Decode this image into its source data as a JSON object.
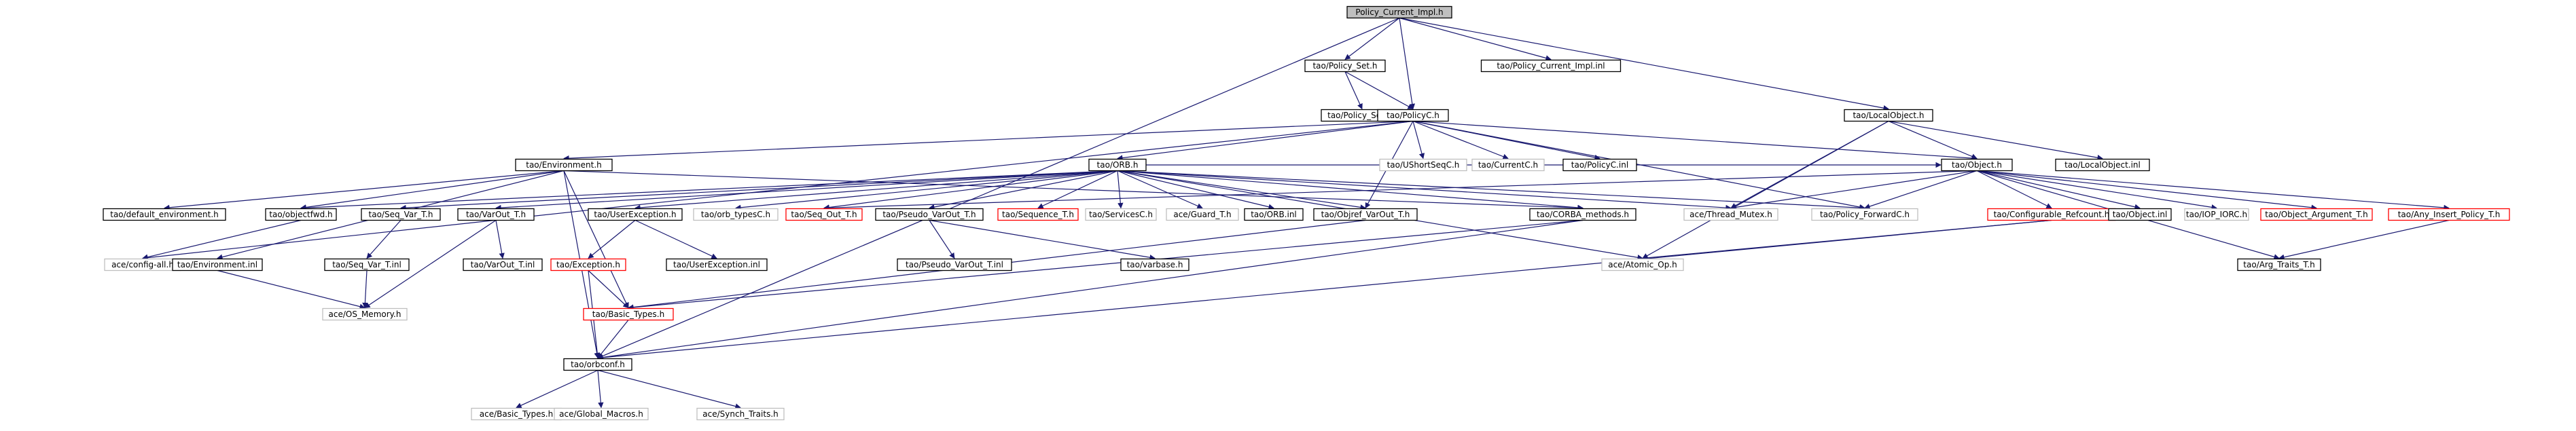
{
  "colors": {
    "edge": "#191970",
    "missing_border": "#bfbfbf",
    "incomplete_border": "#ff0000",
    "root_fill": "#bfbfbf"
  },
  "nodes": [
    {
      "id": "root",
      "label": "Policy_Current_Impl.h",
      "style": "root"
    },
    {
      "id": "pset",
      "label": "tao/Policy_Set.h",
      "style": "black"
    },
    {
      "id": "pcinl",
      "label": "tao/Policy_Current_Impl.inl",
      "style": "black"
    },
    {
      "id": "psetinl",
      "label": "tao/Policy_Set.inl",
      "style": "black"
    },
    {
      "id": "policyc",
      "label": "tao/PolicyC.h",
      "style": "black"
    },
    {
      "id": "localobj",
      "label": "tao/LocalObject.h",
      "style": "black"
    },
    {
      "id": "env",
      "label": "tao/Environment.h",
      "style": "black"
    },
    {
      "id": "orb",
      "label": "tao/ORB.h",
      "style": "black"
    },
    {
      "id": "ushort",
      "label": "tao/UShortSeqC.h",
      "style": "gray"
    },
    {
      "id": "currentc",
      "label": "tao/CurrentC.h",
      "style": "gray"
    },
    {
      "id": "policycinl",
      "label": "tao/PolicyC.inl",
      "style": "black"
    },
    {
      "id": "object",
      "label": "tao/Object.h",
      "style": "black"
    },
    {
      "id": "localobjinl",
      "label": "tao/LocalObject.inl",
      "style": "black"
    },
    {
      "id": "defenv",
      "label": "tao/default_environment.h",
      "style": "black"
    },
    {
      "id": "objectfwd",
      "label": "tao/objectfwd.h",
      "style": "black"
    },
    {
      "id": "seqvar",
      "label": "tao/Seq_Var_T.h",
      "style": "black"
    },
    {
      "id": "varout",
      "label": "tao/VarOut_T.h",
      "style": "black"
    },
    {
      "id": "userexc",
      "label": "tao/UserException.h",
      "style": "black"
    },
    {
      "id": "orbtypes",
      "label": "tao/orb_typesC.h",
      "style": "gray"
    },
    {
      "id": "seqout",
      "label": "tao/Seq_Out_T.h",
      "style": "red"
    },
    {
      "id": "pseudo",
      "label": "tao/Pseudo_VarOut_T.h",
      "style": "black"
    },
    {
      "id": "sequence",
      "label": "tao/Sequence_T.h",
      "style": "red"
    },
    {
      "id": "services",
      "label": "tao/ServicesC.h",
      "style": "gray"
    },
    {
      "id": "guard",
      "label": "ace/Guard_T.h",
      "style": "gray"
    },
    {
      "id": "orbinl",
      "label": "tao/ORB.inl",
      "style": "black"
    },
    {
      "id": "objref",
      "label": "tao/Objref_VarOut_T.h",
      "style": "black"
    },
    {
      "id": "corba",
      "label": "tao/CORBA_methods.h",
      "style": "black"
    },
    {
      "id": "threadmutex",
      "label": "ace/Thread_Mutex.h",
      "style": "gray"
    },
    {
      "id": "policyfwd",
      "label": "tao/Policy_ForwardC.h",
      "style": "gray"
    },
    {
      "id": "configref",
      "label": "tao/Configurable_Refcount.h",
      "style": "red"
    },
    {
      "id": "objectinl",
      "label": "tao/Object.inl",
      "style": "black"
    },
    {
      "id": "iopiorc",
      "label": "tao/IOP_IORC.h",
      "style": "gray"
    },
    {
      "id": "objarg",
      "label": "tao/Object_Argument_T.h",
      "style": "red"
    },
    {
      "id": "anyins",
      "label": "tao/Any_Insert_Policy_T.h",
      "style": "red"
    },
    {
      "id": "configall",
      "label": "ace/config-all.h",
      "style": "gray"
    },
    {
      "id": "envinl",
      "label": "tao/Environment.inl",
      "style": "black"
    },
    {
      "id": "seqvarinl",
      "label": "tao/Seq_Var_T.inl",
      "style": "black"
    },
    {
      "id": "varoutinl",
      "label": "tao/VarOut_T.inl",
      "style": "black"
    },
    {
      "id": "exception",
      "label": "tao/Exception.h",
      "style": "red"
    },
    {
      "id": "userexcinl",
      "label": "tao/UserException.inl",
      "style": "black"
    },
    {
      "id": "pseudoinl",
      "label": "tao/Pseudo_VarOut_T.inl",
      "style": "black"
    },
    {
      "id": "varbase",
      "label": "tao/varbase.h",
      "style": "black"
    },
    {
      "id": "atomic",
      "label": "ace/Atomic_Op.h",
      "style": "gray"
    },
    {
      "id": "argtraits",
      "label": "tao/Arg_Traits_T.h",
      "style": "black"
    },
    {
      "id": "osmem",
      "label": "ace/OS_Memory.h",
      "style": "gray"
    },
    {
      "id": "basictypes",
      "label": "tao/Basic_Types.h",
      "style": "red"
    },
    {
      "id": "orbconf",
      "label": "tao/orbconf.h",
      "style": "black"
    },
    {
      "id": "acebasic",
      "label": "ace/Basic_Types.h",
      "style": "gray"
    },
    {
      "id": "globalmacros",
      "label": "ace/Global_Macros.h",
      "style": "gray"
    },
    {
      "id": "synch",
      "label": "ace/Synch_Traits.h",
      "style": "gray"
    }
  ],
  "edges": [
    [
      "root",
      "pset"
    ],
    [
      "root",
      "pcinl"
    ],
    [
      "root",
      "policyc"
    ],
    [
      "root",
      "localobj"
    ],
    [
      "root",
      "orbconf"
    ],
    [
      "pset",
      "psetinl"
    ],
    [
      "pset",
      "policyc"
    ],
    [
      "policyc",
      "env"
    ],
    [
      "policyc",
      "orb"
    ],
    [
      "policyc",
      "ushort"
    ],
    [
      "policyc",
      "currentc"
    ],
    [
      "policyc",
      "policycinl"
    ],
    [
      "policyc",
      "object"
    ],
    [
      "policyc",
      "objref"
    ],
    [
      "policyc",
      "policyfwd"
    ],
    [
      "policyc",
      "configall"
    ],
    [
      "localobj",
      "object"
    ],
    [
      "localobj",
      "localobjinl"
    ],
    [
      "localobj",
      "atomic"
    ],
    [
      "localobj",
      "threadmutex"
    ],
    [
      "env",
      "defenv"
    ],
    [
      "env",
      "objectfwd"
    ],
    [
      "env",
      "envinl"
    ],
    [
      "env",
      "basictypes"
    ],
    [
      "env",
      "orbconf"
    ],
    [
      "env",
      "corba"
    ],
    [
      "orb",
      "objectfwd"
    ],
    [
      "orb",
      "seqvar"
    ],
    [
      "orb",
      "varout"
    ],
    [
      "orb",
      "userexc"
    ],
    [
      "orb",
      "orbtypes"
    ],
    [
      "orb",
      "seqout"
    ],
    [
      "orb",
      "pseudo"
    ],
    [
      "orb",
      "sequence"
    ],
    [
      "orb",
      "services"
    ],
    [
      "orb",
      "guard"
    ],
    [
      "orb",
      "orbinl"
    ],
    [
      "orb",
      "objref"
    ],
    [
      "orb",
      "corba"
    ],
    [
      "orb",
      "threadmutex"
    ],
    [
      "orb",
      "policyfwd"
    ],
    [
      "orb",
      "atomic"
    ],
    [
      "orb",
      "object"
    ],
    [
      "object",
      "seqout"
    ],
    [
      "object",
      "configref"
    ],
    [
      "object",
      "objectinl"
    ],
    [
      "object",
      "iopiorc"
    ],
    [
      "object",
      "objarg"
    ],
    [
      "object",
      "anyins"
    ],
    [
      "object",
      "argtraits"
    ],
    [
      "object",
      "policyfwd"
    ],
    [
      "object",
      "threadmutex"
    ],
    [
      "objectfwd",
      "configall"
    ],
    [
      "seqvar",
      "seqvarinl"
    ],
    [
      "seqvarinl",
      "osmem"
    ],
    [
      "varout",
      "varoutinl"
    ],
    [
      "varout",
      "osmem"
    ],
    [
      "envinl",
      "osmem"
    ],
    [
      "userexc",
      "exception"
    ],
    [
      "userexc",
      "userexcinl"
    ],
    [
      "exception",
      "basictypes"
    ],
    [
      "exception",
      "orbconf"
    ],
    [
      "pseudo",
      "pseudoinl"
    ],
    [
      "pseudo",
      "varbase"
    ],
    [
      "objref",
      "basictypes"
    ],
    [
      "corba",
      "basictypes"
    ],
    [
      "corba",
      "orbconf"
    ],
    [
      "configref",
      "atomic"
    ],
    [
      "configref",
      "orbconf"
    ],
    [
      "anyins",
      "argtraits"
    ],
    [
      "basictypes",
      "orbconf"
    ],
    [
      "orbconf",
      "acebasic"
    ],
    [
      "orbconf",
      "globalmacros"
    ],
    [
      "orbconf",
      "synch"
    ]
  ]
}
